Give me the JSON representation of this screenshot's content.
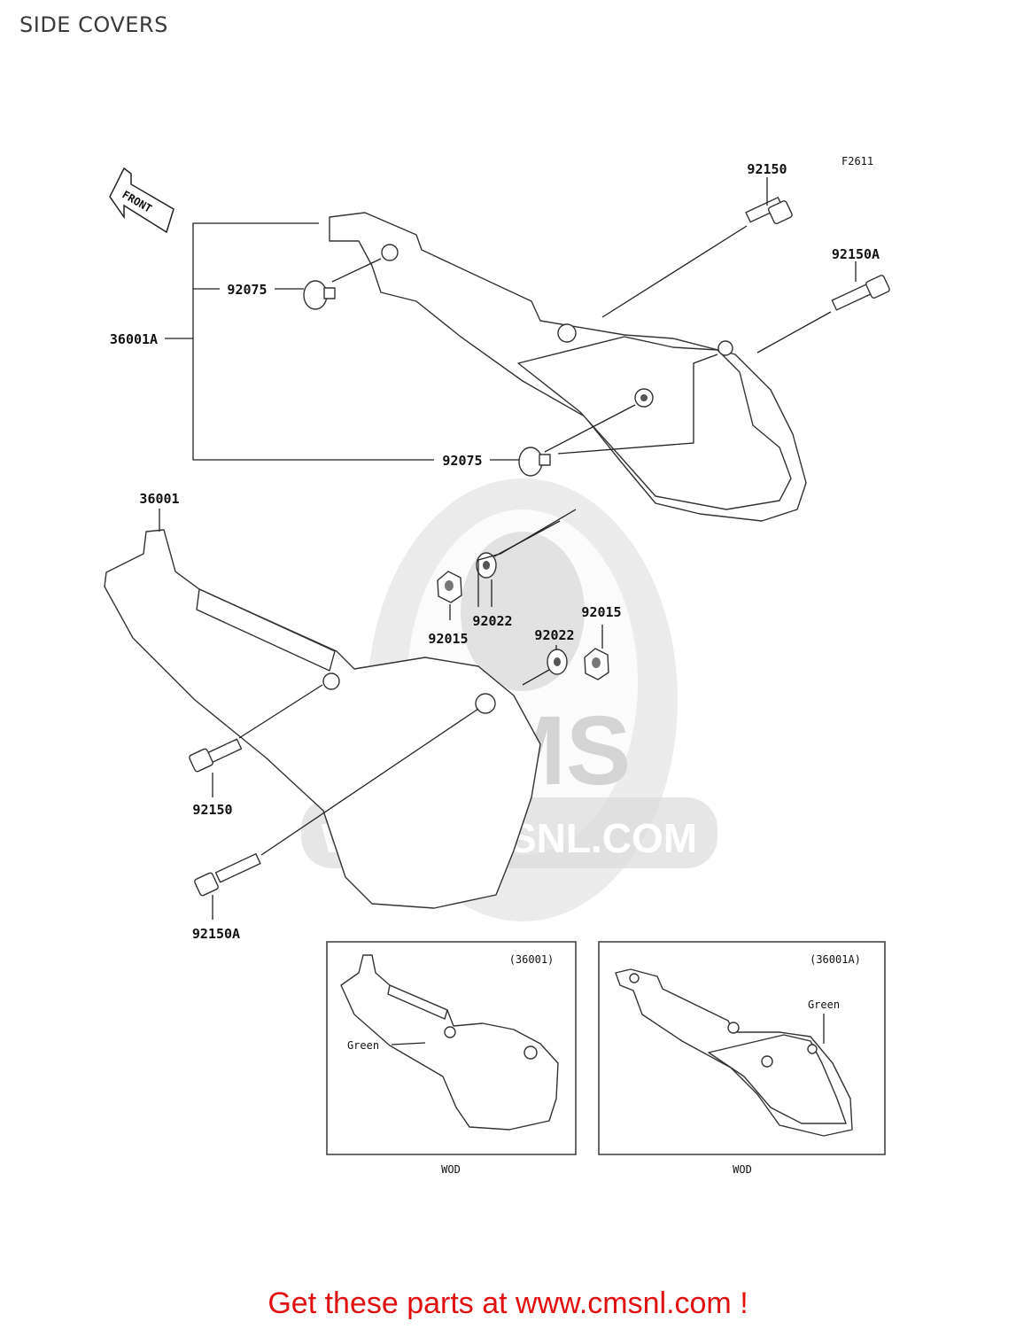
{
  "page": {
    "title": "SIDE COVERS",
    "figure_code": "F2611",
    "footer_cta": "Get these parts at www.cmsnl.com !"
  },
  "watermark": {
    "logo_text": "CMS",
    "url_text": "WWW.CMSNL.COM"
  },
  "direction_arrow": {
    "label": "FRONT"
  },
  "callouts": {
    "bolt_top": "92150",
    "bolt_top_a": "92150A",
    "cap_upper": "92075",
    "cover_a": "36001A",
    "cap_lower": "92075",
    "cover": "36001",
    "washer_upper": "92022",
    "nut_upper": "92015",
    "washer_lower": "92022",
    "nut_lower": "92015",
    "bolt_bottom": "92150",
    "bolt_bottom_a": "92150A"
  },
  "insets": [
    {
      "ref": "(36001)",
      "color_note": "Green",
      "caption": "WOD"
    },
    {
      "ref": "(36001A)",
      "color_note": "Green",
      "caption": "WOD"
    }
  ]
}
